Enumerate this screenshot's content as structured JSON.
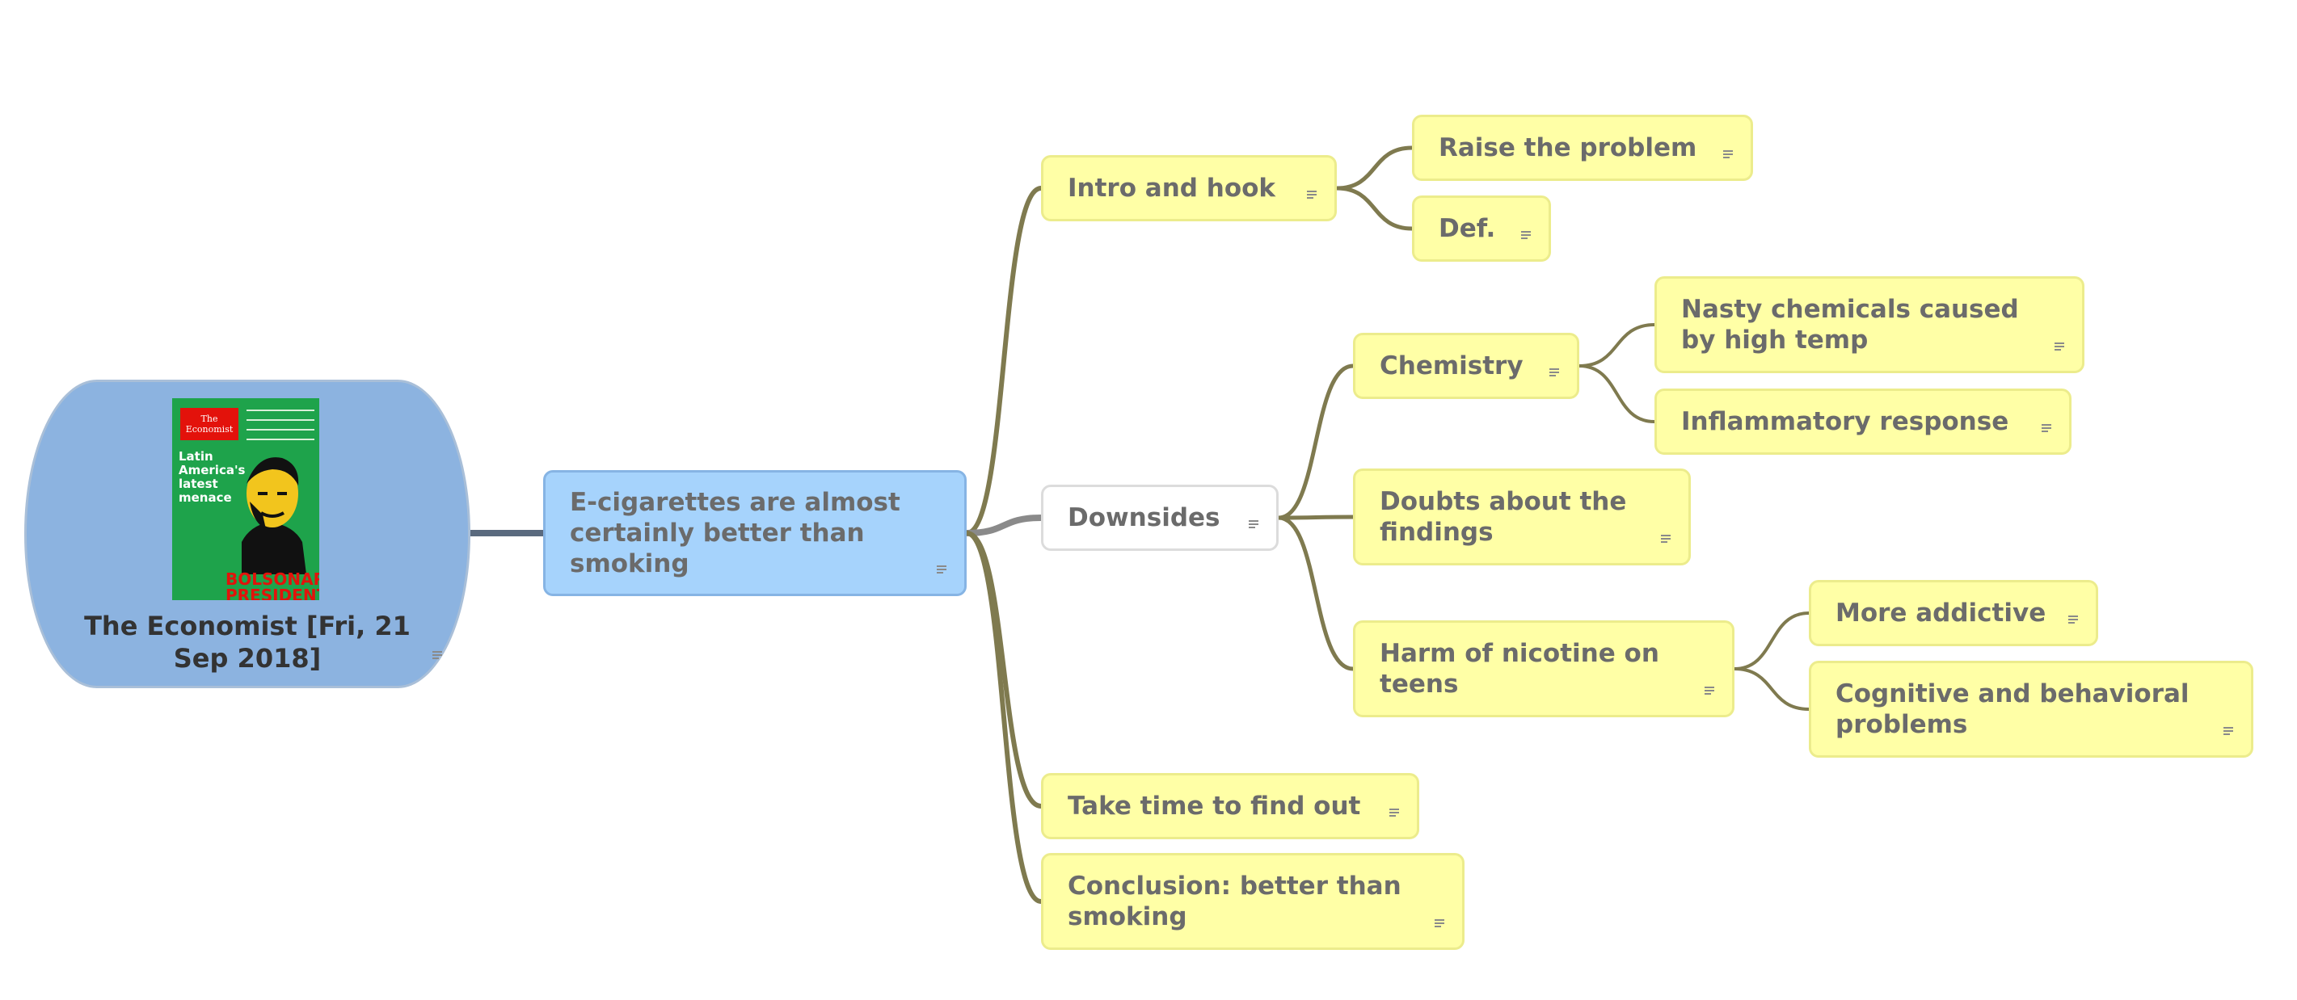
{
  "colors": {
    "topic_fill": "#ffffa6",
    "central_fill": "#a6d3fc",
    "root_fill": "#8cb3e0",
    "connector": "#7f7a4f",
    "root_connector": "#5a6a7e"
  },
  "root": {
    "caption": "The Economist [Fri, 21 Sep 2018]",
    "cover": {
      "masthead": "The Economist",
      "headline": "Latin America's latest menace",
      "bottom_text": "BOLSONARO PRESIDENTS"
    }
  },
  "central": {
    "label": "E-cigarettes are almost certainly better than smoking"
  },
  "topics": {
    "intro": "Intro and hook",
    "raise": "Raise the problem",
    "def": "Def.",
    "downsides": "Downsides",
    "chemistry": "Chemistry",
    "nasty": "Nasty chemicals caused by high temp",
    "inflammatory": "Inflammatory response",
    "doubts": "Doubts about the findings",
    "harm": "Harm of nicotine  on teens",
    "addictive": "More addictive",
    "cognitive": "Cognitive and behavioral problems",
    "take_time": "Take time to find out",
    "conclusion": "Conclusion: better than smoking"
  },
  "note_icon": "note-icon"
}
